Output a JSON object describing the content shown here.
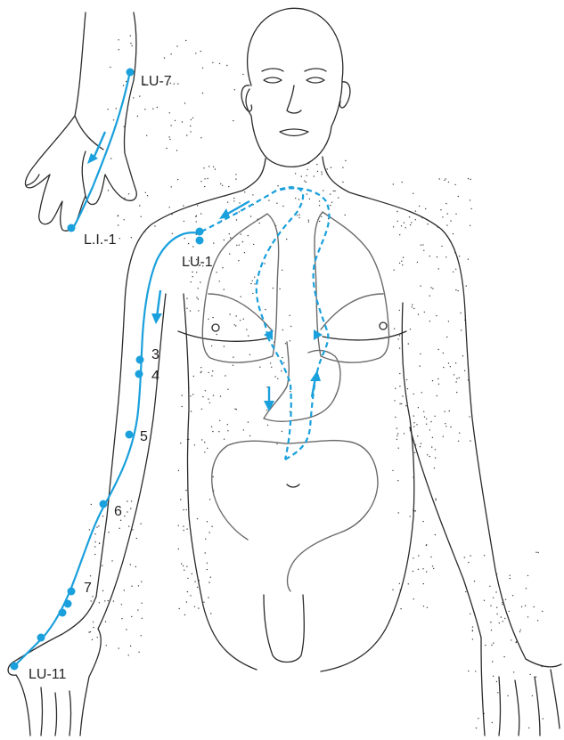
{
  "colors": {
    "meridian": "#1aa0dc",
    "outline": "#2b2b2b",
    "organ": "#6b6b6b"
  },
  "labels": {
    "lu7": "LU-7",
    "li1": "L.I.-1",
    "lu1": "LU-1",
    "p3": "3",
    "p4": "4",
    "p5": "5",
    "p6": "6",
    "p7": "7",
    "lu11": "LU-11"
  }
}
